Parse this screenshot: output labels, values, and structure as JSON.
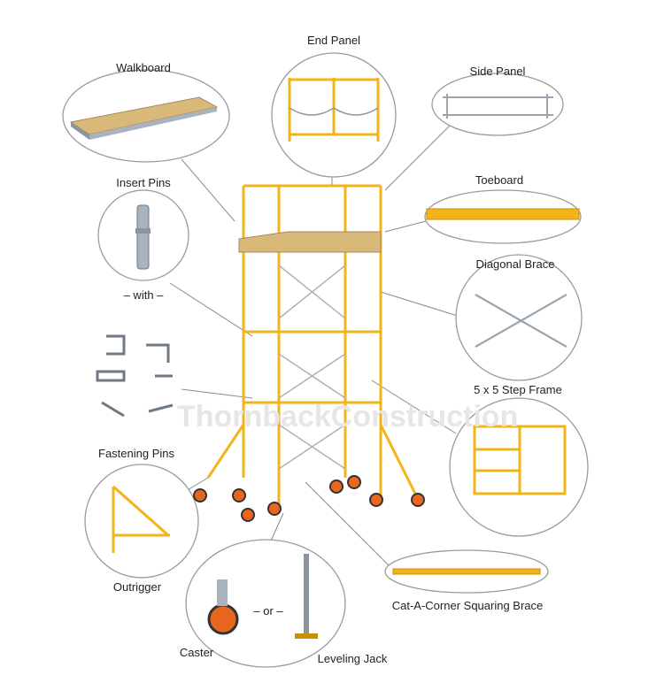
{
  "labels": {
    "end_panel": "End Panel",
    "walkboard": "Walkboard",
    "side_panel": "Side Panel",
    "insert_pins": "Insert Pins",
    "toeboard": "Toeboard",
    "with": "– with –",
    "diagonal_brace": "Diagonal Brace",
    "step_frame": "5 x 5 Step Frame",
    "fastening_pins": "Fastening Pins",
    "outrigger": "Outrigger",
    "or": "– or –",
    "cat_a_corner": "Cat-A-Corner Squaring Brace",
    "caster": "Caster",
    "leveling_jack": "Leveling Jack"
  },
  "watermark": "ThornbackConstruction",
  "colors": {
    "frame_yellow": "#f2b418",
    "frame_dark": "#c98f0a",
    "steel": "#a9b3bd",
    "wood": "#d9b97a",
    "wheel_orange": "#e8661e",
    "circle_stroke": "#9a9a9a",
    "leader": "#8a8a8a",
    "watermark": "#e6e6e6"
  }
}
